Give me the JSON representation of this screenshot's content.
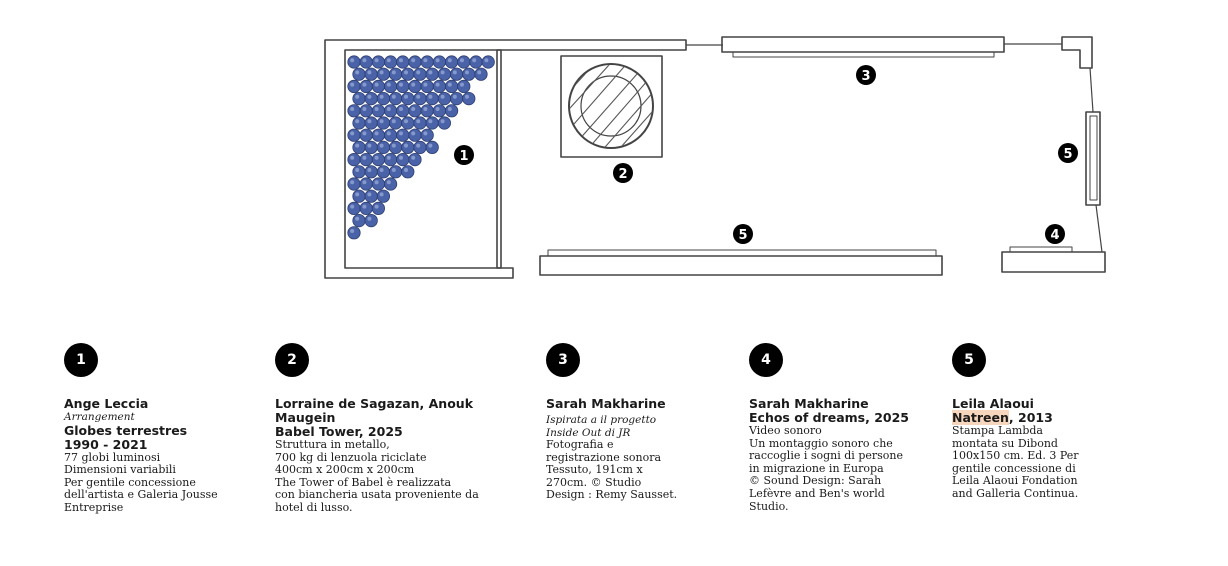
{
  "floorplan": {
    "markers": [
      {
        "number": "1",
        "label": "Globes"
      },
      {
        "number": "2",
        "label": "Babel Tower"
      },
      {
        "number": "3",
        "label": "Sarah Makharine"
      },
      {
        "number": "5",
        "label": "Leila Alaoui"
      },
      {
        "number": "4",
        "label": "Echos of dreams"
      },
      {
        "number": "5",
        "label": "Leila Alaoui"
      }
    ]
  },
  "entries": [
    {
      "number": "1",
      "artist": "Ange Leccia",
      "subtitle": "Arrangement",
      "title": "Globes terrestres\n1990 - 2021",
      "description": "77 globi luminosi\nDimensioni variabili\nPer gentile concessione\ndell'artista e Galeria Jousse\nEntreprise"
    },
    {
      "number": "2",
      "artist": "Lorraine de Sagazan, Anouk\nMaugein",
      "title": "Babel Tower, 2025",
      "description": "Struttura in metallo,\n700 kg di lenzuola riciclate\n400cm x 200cm x 200cm\nThe Tower of Babel è realizzata\ncon biancheria usata proveniente da\nhotel di lusso."
    },
    {
      "number": "3",
      "artist": "Sarah Makharine",
      "subtitle": "Ispirata a il progetto\nInside Out di JR",
      "description": "Fotografia e\nregistrazione sonora\nTessuto, 191cm x\n270cm. © Studio\nDesign : Remy Sausset."
    },
    {
      "number": "4",
      "artist": "Sarah Makharine",
      "title": "Echos of dreams, 2025",
      "description": "Video sonoro\nUn montaggio sonoro che\nraccoglie i sogni di persone\nin migrazione in Europa\n© Sound Design: Sarah\nLefèvre and Ben's world\nStudio."
    },
    {
      "number": "5",
      "artist": "Leila Alaoui",
      "title_highlight": "Natreen",
      "title_rest": ", 2013",
      "description": "Stampa Lambda\nmontata su Dibond\n100x150 cm. Ed. 3 Per\ngentile concessione di\nLeila Alaoui Fondation\nand Galleria Continua."
    }
  ],
  "colors": {
    "globe": "#4a63a8",
    "ink": "#333333",
    "badge": "#000000",
    "highlight": "#f6d6bd"
  }
}
